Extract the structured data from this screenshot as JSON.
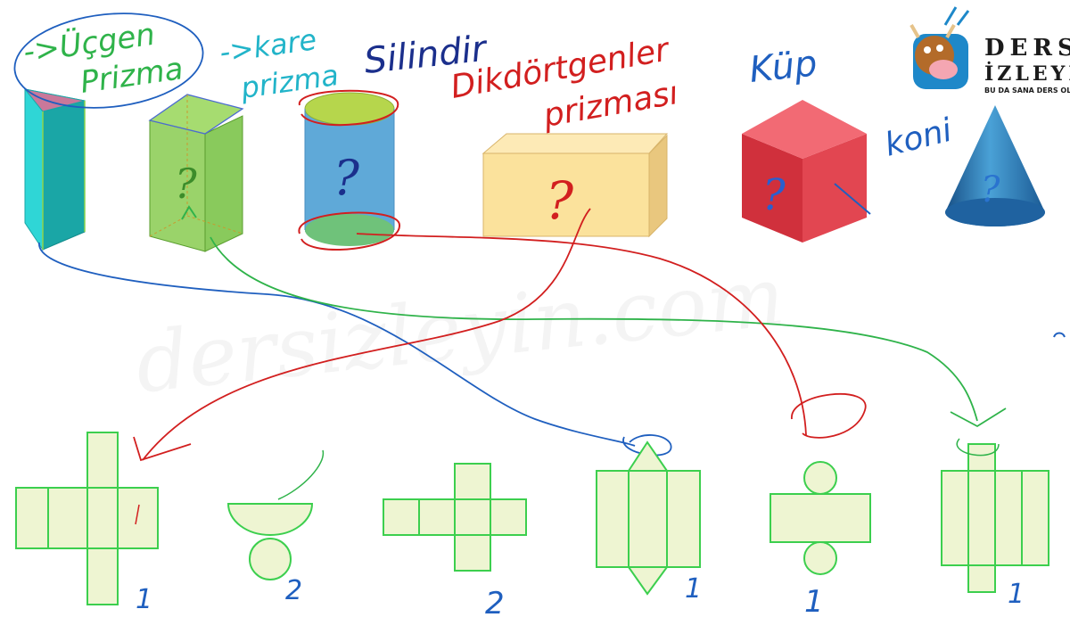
{
  "labels": {
    "ucgen_prizma_1": "->Üçgen",
    "ucgen_prizma_2": "Prizma",
    "kare_prizma_1": "->kare",
    "kare_prizma_2": "prizma",
    "silindir": "Silindir",
    "dikdortgenler_1": "Dikdörtgenler",
    "dikdortgenler_2": "prizması",
    "kup": "Küp",
    "koni": "koni"
  },
  "question_mark": "?",
  "watermark": "dersizleyin.com",
  "logo": {
    "title_line1": "DERS",
    "title_line2": "İZLEYİN",
    "tagline": "BU DA SANA DERS OLSUN"
  },
  "net_marks": [
    "1",
    "2",
    "2",
    "1",
    "1",
    "1"
  ],
  "colors": {
    "green_ink": "#2fb34a",
    "blue_ink": "#1f5fbf",
    "red_ink": "#d21f1f",
    "net_fill": "#eef5d2",
    "net_stroke": "#3ccf4e"
  }
}
